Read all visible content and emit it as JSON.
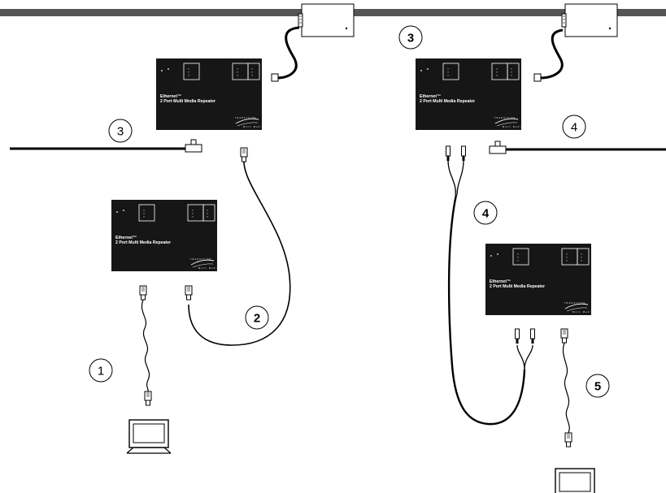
{
  "devices": [
    {
      "id": "repeater-a",
      "line1": "Ethernet™",
      "line2": "2 Port Multi Media Repeater",
      "brand": "TRANSITION",
      "brand_sub": "Multi Media"
    },
    {
      "id": "repeater-b",
      "line1": "Ethernet™",
      "line2": "2 Port Multi Media Repeater",
      "brand": "TRANSITION",
      "brand_sub": "Multi Media"
    },
    {
      "id": "repeater-c",
      "line1": "Ethernet™",
      "line2": "2 Port Multi Media Repeater",
      "brand": "TRANSITION",
      "brand_sub": "Multi Media"
    },
    {
      "id": "repeater-d",
      "line1": "Ethernet™",
      "line2": "2 Port Multi Media Repeater",
      "brand": "TRANSITION",
      "brand_sub": "Multi Media"
    }
  ],
  "callouts": [
    {
      "id": "callout-1",
      "label": "1",
      "bold": false
    },
    {
      "id": "callout-2",
      "label": "2",
      "bold": true
    },
    {
      "id": "callout-3-left",
      "label": "3",
      "bold": false
    },
    {
      "id": "callout-3-top",
      "label": "3",
      "bold": true
    },
    {
      "id": "callout-4-right",
      "label": "4",
      "bold": false
    },
    {
      "id": "callout-4-fiber",
      "label": "4",
      "bold": true
    },
    {
      "id": "callout-5",
      "label": "5",
      "bold": true
    }
  ],
  "colors": {
    "device_body": "#161616",
    "backbone": "#555555",
    "cable": "#000000",
    "background": "#ffffff"
  }
}
